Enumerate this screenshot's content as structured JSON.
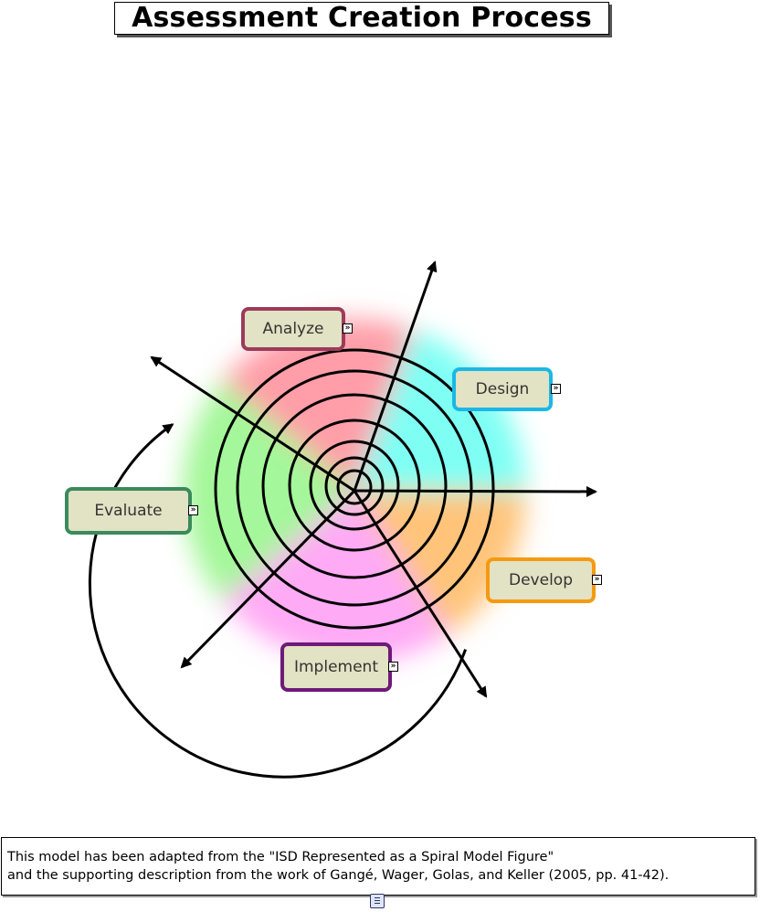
{
  "title": "Assessment Creation Process",
  "stages": [
    {
      "id": "analyze",
      "label": "Analyze",
      "color": "#9c3b5a",
      "fill": "#ff9ea8"
    },
    {
      "id": "design",
      "label": "Design",
      "color": "#1ab8e6",
      "fill": "#7ffff4"
    },
    {
      "id": "develop",
      "label": "Develop",
      "color": "#f59a10",
      "fill": "#ffc47a"
    },
    {
      "id": "implement",
      "label": "Implement",
      "color": "#6e1a78",
      "fill": "#ffaaf5"
    },
    {
      "id": "evaluate",
      "label": "Evaluate",
      "color": "#3a8a5c",
      "fill": "#a4f79a"
    }
  ],
  "expand_icon": "double-chevron-right-icon",
  "note": {
    "line1": "This model has been adapted from the \"ISD Represented as a Spiral Model Figure\"",
    "line2": "and the supporting description from the work of Gangé, Wager, Golas, and Keller (2005, pp. 41-42).",
    "icon": "note-document-icon"
  }
}
